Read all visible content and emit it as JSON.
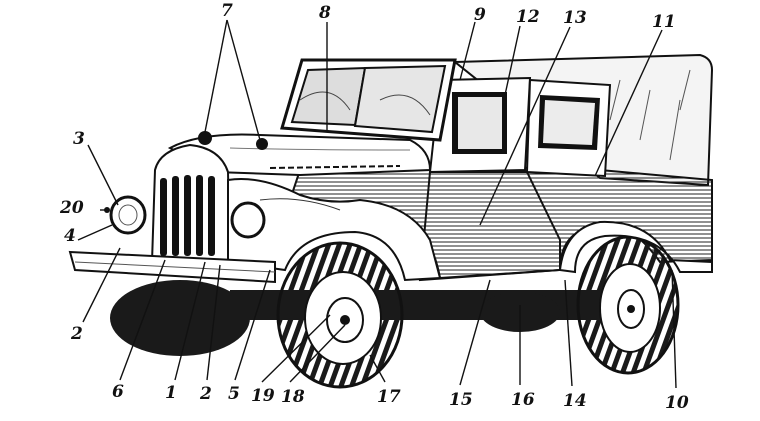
{
  "figure": {
    "callouts": [
      {
        "id": "c1",
        "text": "1"
      },
      {
        "id": "c2a",
        "text": "2"
      },
      {
        "id": "c2b",
        "text": "2"
      },
      {
        "id": "c3",
        "text": "3"
      },
      {
        "id": "c4",
        "text": "4"
      },
      {
        "id": "c5",
        "text": "5"
      },
      {
        "id": "c6",
        "text": "6"
      },
      {
        "id": "c7",
        "text": "7"
      },
      {
        "id": "c8",
        "text": "8"
      },
      {
        "id": "c9",
        "text": "9"
      },
      {
        "id": "c10",
        "text": "10"
      },
      {
        "id": "c11",
        "text": "11"
      },
      {
        "id": "c12",
        "text": "12"
      },
      {
        "id": "c13",
        "text": "13"
      },
      {
        "id": "c14",
        "text": "14"
      },
      {
        "id": "c15",
        "text": "15"
      },
      {
        "id": "c16",
        "text": "16"
      },
      {
        "id": "c17",
        "text": "17"
      },
      {
        "id": "c18",
        "text": "18"
      },
      {
        "id": "c19",
        "text": "19"
      },
      {
        "id": "c20",
        "text": "20"
      }
    ],
    "ink_color": "#111111",
    "paper_color": "#ffffff"
  }
}
